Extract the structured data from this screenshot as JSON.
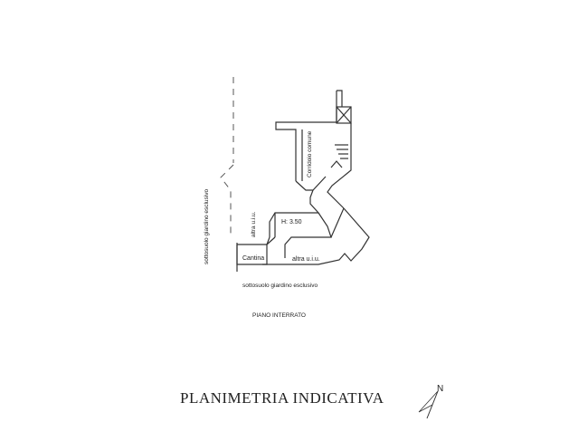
{
  "plan": {
    "left_garden_label": "sottosuolo giardino esclusivo",
    "bottom_garden_label": "sottosuolo giardino esclusivo",
    "corridor_label": "Corridoio comune",
    "other_unit_vertical": "altra u.i.u.",
    "other_unit_bottom": "altra u.i.u.",
    "height_label": "H: 3.50",
    "cellar_label": "Cantina",
    "floor_label": "PIANO INTERRATO",
    "title": "PLANIMETRIA INDICATIVA"
  },
  "compass": {
    "north_label": "N",
    "icon": "north-arrow-icon"
  }
}
